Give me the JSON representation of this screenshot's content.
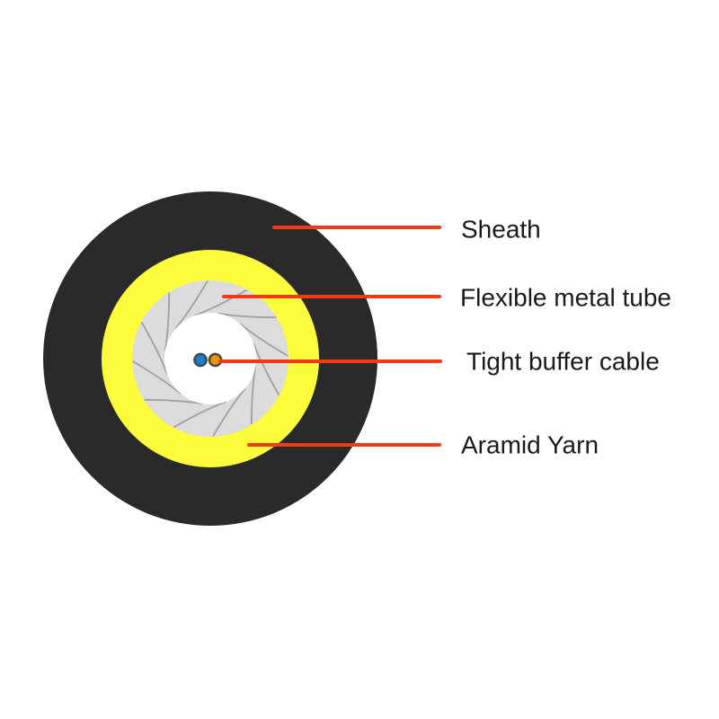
{
  "page": {
    "background": "#ffffff",
    "description": "Cross-section diagram of a round fiber optic cable with four callout labels"
  },
  "colors": {
    "sheath": "#2a2a2a",
    "aramid_yarn": "#fcfc3d",
    "metal_tube": "#dcdcdc",
    "blade_line": "#a0a0a0",
    "core": "#ffffff",
    "leader_line": "#f33a16",
    "blue_fiber": "#1a7ed0",
    "orange_fiber": "#f0920c",
    "fiber_outline": "#464646",
    "label_text": "#1a1a1a"
  },
  "labels": [
    {
      "id": "sheath",
      "text": "Sheath"
    },
    {
      "id": "flexible-metal-tube",
      "text": "Flexible metal tube"
    },
    {
      "id": "tight-buffer-cable",
      "text": "Tight buffer cable"
    },
    {
      "id": "aramid-yarn",
      "text": "Aramid Yarn"
    }
  ]
}
